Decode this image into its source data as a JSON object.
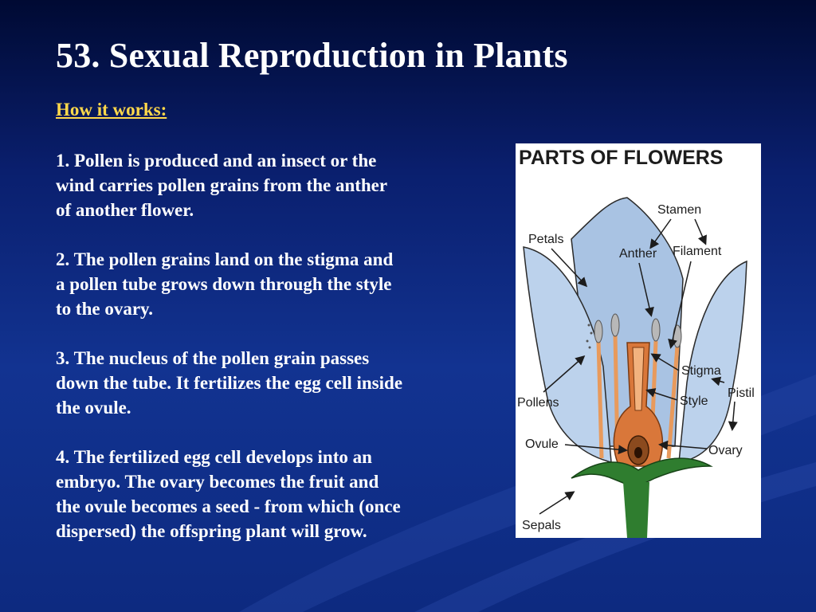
{
  "slide": {
    "title": "53. Sexual Reproduction in Plants",
    "subheading": "How it works:",
    "steps": [
      "1.  Pollen is produced and an insect or the\nwind carries pollen grains from the anther\nof another flower.",
      "2.  The pollen grains land on the stigma and\na pollen tube grows down through the style\nto the ovary.",
      "3.  The nucleus of the pollen grain passes\ndown the tube. It fertilizes the egg cell inside\nthe ovule.",
      "4.  The fertilized egg cell develops into an\nembryo. The ovary becomes the fruit and\nthe ovule becomes a seed - from which (once\ndispersed) the offspring plant will grow."
    ]
  },
  "diagram": {
    "title": "PARTS OF FLOWERS",
    "labels": {
      "stamen": "Stamen",
      "petals": "Petals",
      "anther": "Anther",
      "filament": "Filament",
      "stigma": "Stigma",
      "pistil": "Pistil",
      "pollens": "Pollens",
      "style": "Style",
      "ovule": "Ovule",
      "ovary": "Ovary",
      "sepals": "Sepals"
    }
  },
  "colors": {
    "background_top": "#000a33",
    "background_mid": "#123391",
    "subheading": "#ffd84a",
    "petal": "#b8cfe8",
    "sepal": "#2f7d2f",
    "pistil": "#d9773a"
  }
}
